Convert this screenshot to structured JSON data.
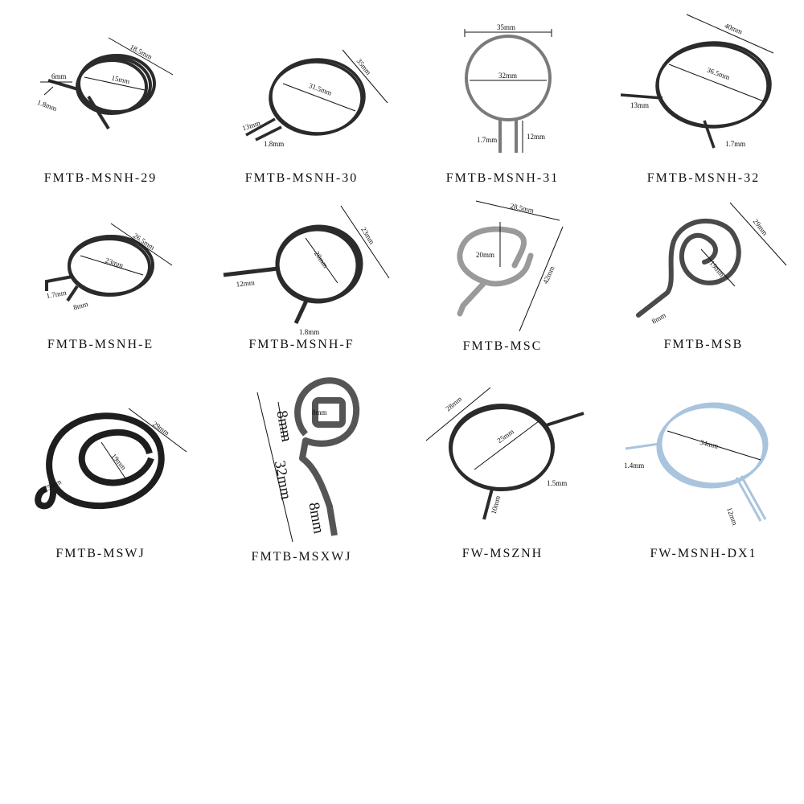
{
  "products": [
    {
      "model": "FMTB-MSNH-29",
      "dims": [
        "18.5mm",
        "15mm",
        "6mm",
        "1.8mm"
      ],
      "wire_color": "#2b2b2b"
    },
    {
      "model": "FMTB-MSNH-30",
      "dims": [
        "35mm",
        "31.5mm",
        "13mm",
        "1.8mm"
      ],
      "wire_color": "#2b2b2b"
    },
    {
      "model": "FMTB-MSNH-31",
      "dims": [
        "35mm",
        "32mm",
        "1.7mm",
        "12mm"
      ],
      "wire_color": "#7a7a7a"
    },
    {
      "model": "FMTB-MSNH-32",
      "dims": [
        "40mm",
        "36.5mm",
        "13mm",
        "1.7mm"
      ],
      "wire_color": "#2b2b2b"
    },
    {
      "model": "FMTB-MSNH-E",
      "dims": [
        "26.5mm",
        "23mm",
        "1.7mm",
        "8mm"
      ],
      "wire_color": "#2b2b2b"
    },
    {
      "model": "FMTB-MSNH-F",
      "dims": [
        "23mm",
        "20mm",
        "12mm",
        "1.8mm"
      ],
      "wire_color": "#2b2b2b"
    },
    {
      "model": "FMTB-MSC",
      "dims": [
        "28.5mm",
        "20mm",
        "42mm"
      ],
      "wire_color": "#9a9a9a"
    },
    {
      "model": "FMTB-MSB",
      "dims": [
        "29mm",
        "19mm",
        "8mm"
      ],
      "wire_color": "#4a4a4a"
    },
    {
      "model": "FMTB-MSWJ",
      "dims": [
        "29mm",
        "19mm",
        "6.5mm"
      ],
      "wire_color": "#1e1e1e"
    },
    {
      "model": "FMTB-MSXWJ",
      "dims": [
        "8mm",
        "32mm",
        "8mm",
        "8mm"
      ],
      "wire_color": "#555555"
    },
    {
      "model": "FW-MSZNH",
      "dims": [
        "28mm",
        "25mm",
        "1.5mm",
        "10mm"
      ],
      "wire_color": "#2b2b2b"
    },
    {
      "model": "FW-MSNH-DX1",
      "dims": [
        "34mm",
        "1.4mm",
        "12mm"
      ],
      "wire_color": "#a9c4dd"
    }
  ]
}
